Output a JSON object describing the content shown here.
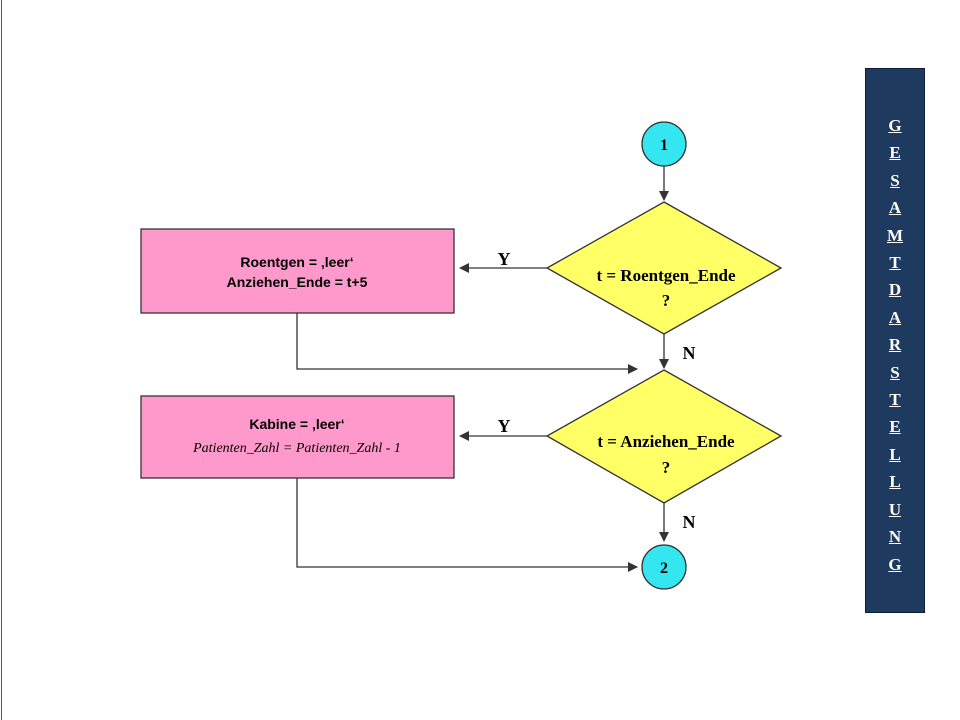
{
  "connectors": {
    "start": "1",
    "end": "2"
  },
  "decisions": [
    {
      "line1": "t = Roentgen_Ende",
      "line2": "?"
    },
    {
      "line1": "t = Anziehen_Ende",
      "line2": "?"
    }
  ],
  "actions": [
    {
      "line1": "Roentgen = ‚leer‘",
      "line2": "Anziehen_Ende = t+5"
    },
    {
      "line1": "Kabine = ‚leer‘",
      "line2": "Patienten_Zahl = Patienten_Zahl - 1"
    }
  ],
  "branch_labels": {
    "yes": "Y",
    "no": "N"
  },
  "sidebar": {
    "title": "GESAMTDARSTELLUNG"
  },
  "colors": {
    "connector_fill": "#33e6f0",
    "decision_fill": "#ffff66",
    "action_fill": "#ff99cc",
    "sidebar_bg": "#1f3a5f"
  }
}
